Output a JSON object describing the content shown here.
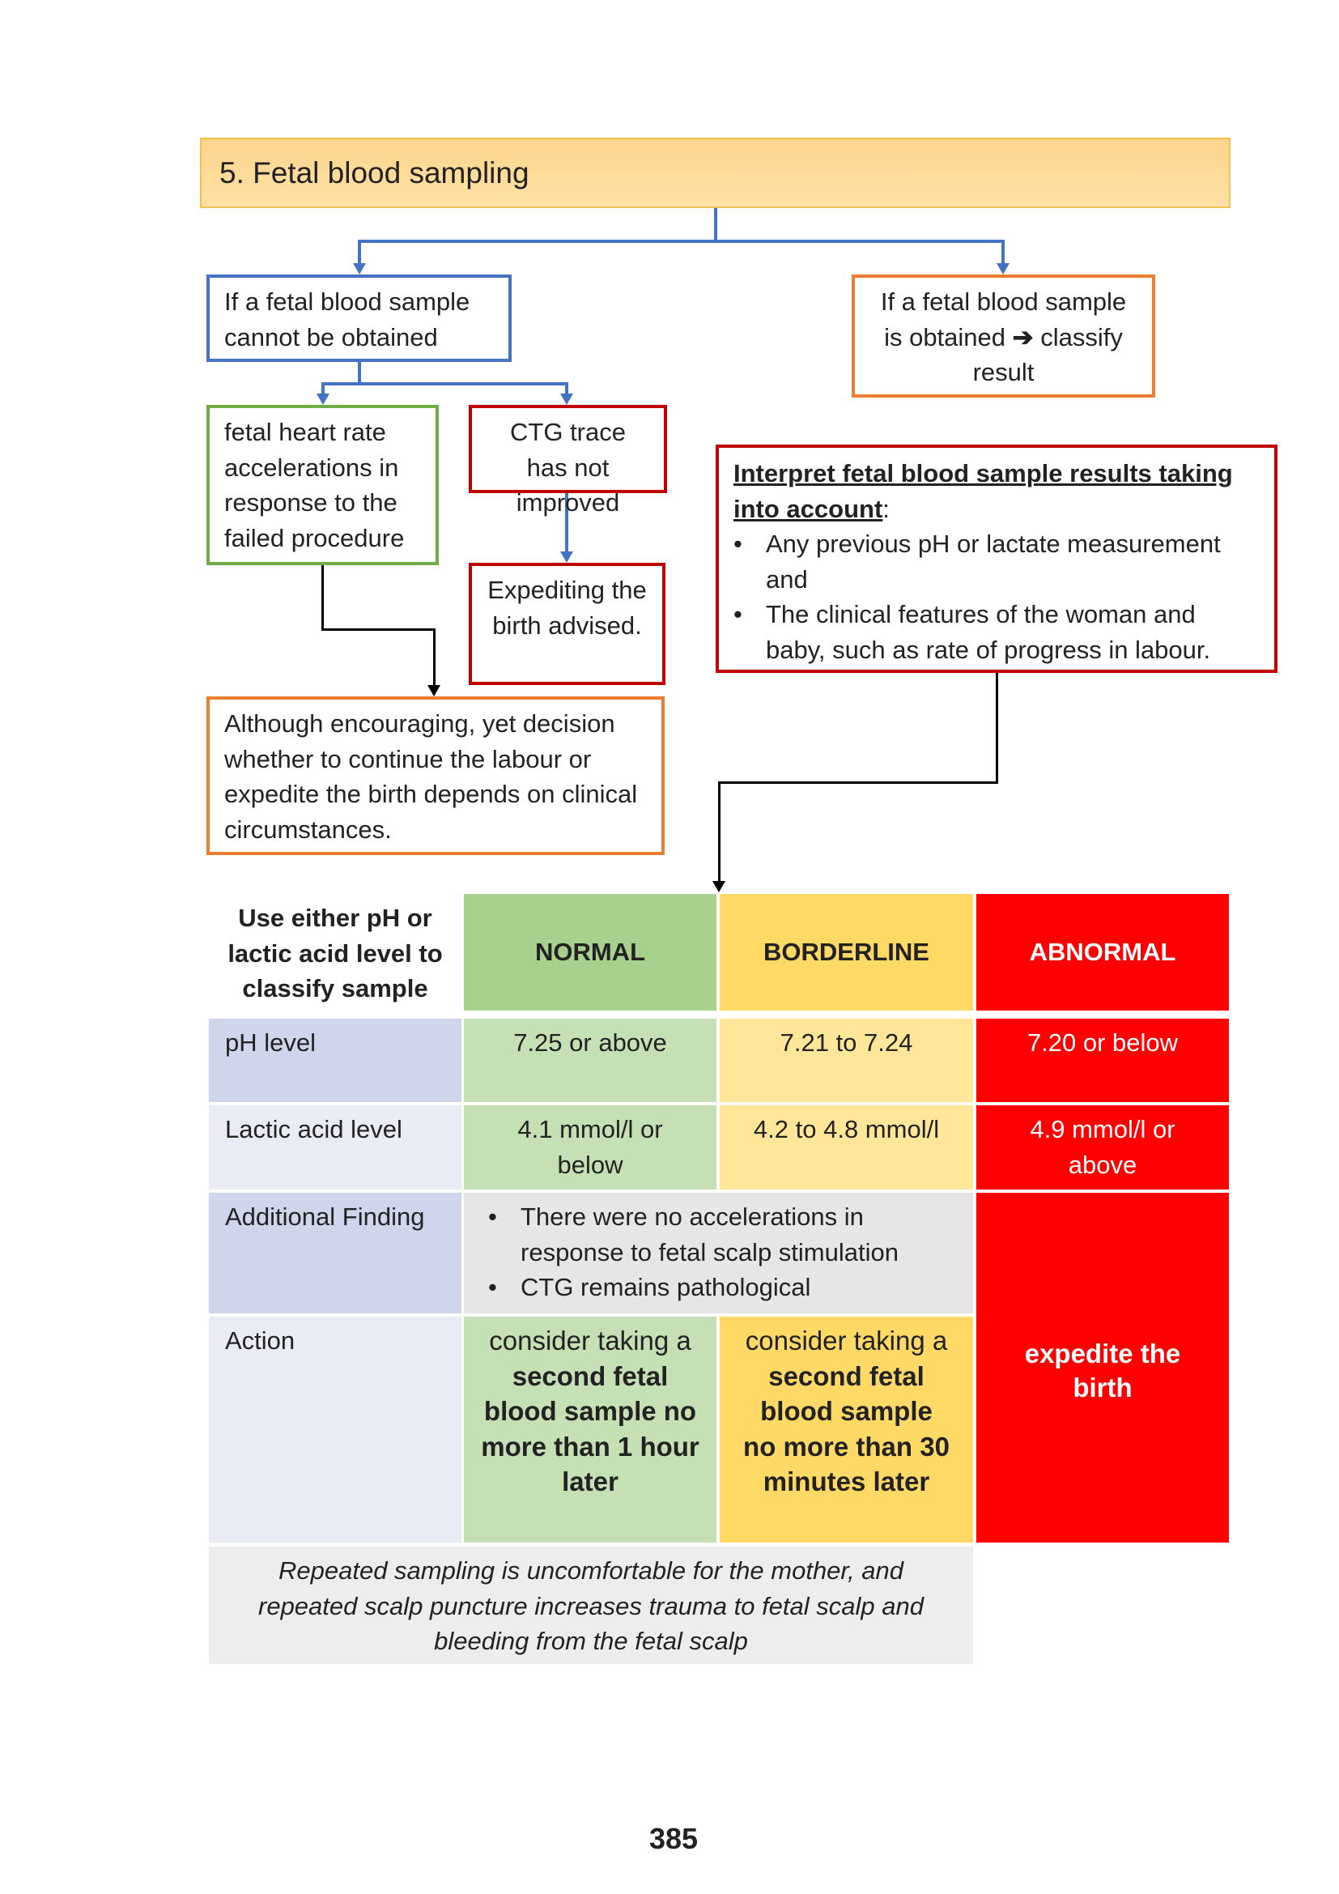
{
  "title": "5. Fetal blood sampling",
  "flow": {
    "not_obtained": "If a fetal blood sample cannot be obtained",
    "obtained": "If a fetal blood sample is obtained",
    "obtained_arrow": "➔",
    "obtained_end": "classify result",
    "accelerations": "fetal heart rate accelerations in response to the failed procedure",
    "ctg_not_improved": "CTG trace has not improved",
    "expediting": "Expediting the birth advised.",
    "encouraging": "Although encouraging, yet decision whether to continue the labour or expedite the birth depends on clinical circumstances.",
    "interpret_heading": "Interpret fetal blood sample results taking into account",
    "interpret_colon": ":",
    "interpret_points": [
      "Any previous pH or lactate measurement and",
      "The clinical features of the woman and baby, such as rate of progress in labour."
    ]
  },
  "table": {
    "header": {
      "label": "Use either pH or lactic acid level to classify sample",
      "normal": "NORMAL",
      "borderline": "BORDERLINE",
      "abnormal": "ABNORMAL"
    },
    "ph": {
      "label": "pH level",
      "normal": "7.25 or above",
      "borderline": "7.21 to 7.24",
      "abnormal": "7.20 or below"
    },
    "lactic": {
      "label": "Lactic acid level",
      "normal": "4.1 mmol/l or below",
      "borderline": "4.2 to 4.8 mmol/l",
      "abnormal": "4.9 mmol/l or above"
    },
    "additional": {
      "label": "Additional Finding",
      "points": [
        "There were no accelerations in response to fetal scalp stimulation",
        "CTG remains pathological"
      ]
    },
    "action": {
      "label": "Action",
      "normal_pre": "consider taking a",
      "normal_bold": "second fetal blood sample no more than 1 hour later",
      "borderline_pre": "consider taking a",
      "borderline_bold": "second fetal blood sample no more than 30 minutes later",
      "abnormal": "expedite the birth"
    },
    "footer": "Repeated sampling is uncomfortable for the mother, and repeated scalp puncture increases trauma to fetal scalp and bleeding from the fetal scalp"
  },
  "page_number": "385",
  "colors": {
    "blue": "#4472c4",
    "orange": "#ed7d31",
    "green": "#70ad47",
    "red": "#c00000",
    "abnormal": "#ff0000"
  }
}
